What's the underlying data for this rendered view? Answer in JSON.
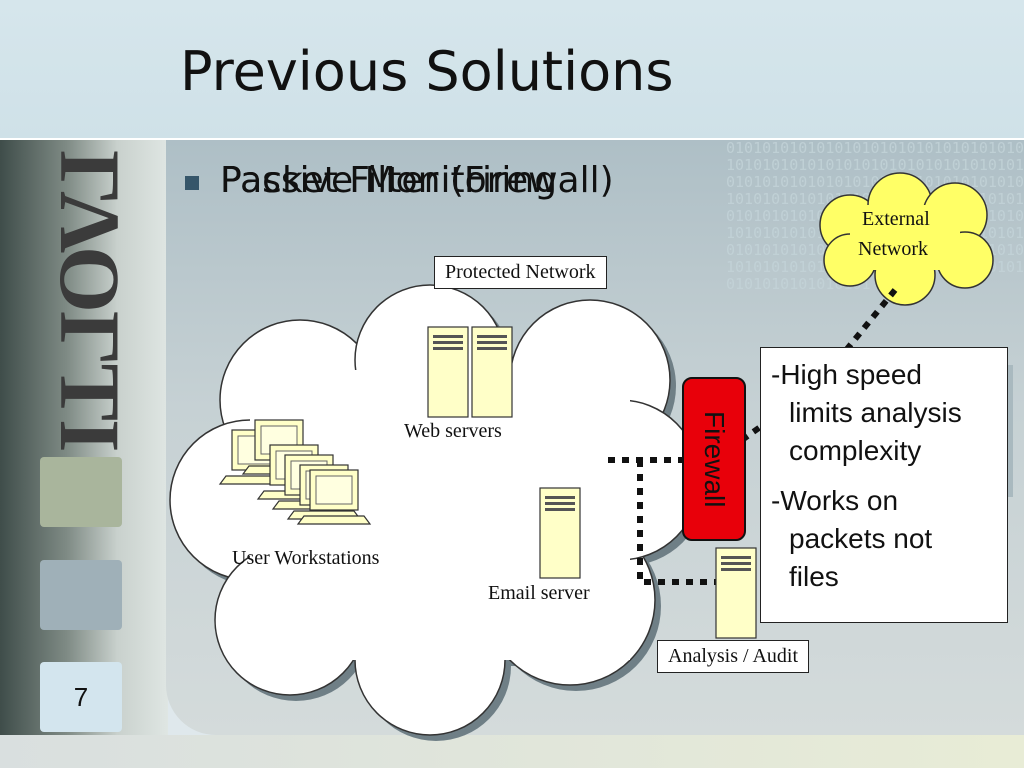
{
  "slide": {
    "title": "Previous Solutions",
    "page_number": "7",
    "logo_text": "ΓΛΟΓΤΙ"
  },
  "bullet": {
    "text_a": "Passive Monitoring",
    "text_b": "Packet Filter (Firewall)"
  },
  "diagram": {
    "protected_network_label": "Protected Network",
    "external_network_label_1": "External",
    "external_network_label_2": "Network",
    "web_servers_label": "Web servers",
    "user_workstations_label": "User Workstations",
    "email_server_label": "Email server",
    "firewall_label": "Firewall",
    "analysis_audit_label": "Analysis / Audit",
    "colors": {
      "firewall": "#e8000a",
      "external_cloud": "#ffff66",
      "server": "#ffffc8"
    }
  },
  "notes": {
    "items": [
      {
        "line1": "-High speed",
        "line2": "limits analysis",
        "line3": "complexity"
      },
      {
        "line1": "-Works on",
        "line2": "packets not",
        "line3": "files"
      }
    ]
  },
  "background": {
    "binary_pattern": "0101010101010101010101010101010101010101010101010101010101010101010101010101010101010101010101010101010101010101010101010101010101010101010101010101010101010101010101010101010101010101010101010101010101010101010101010101010101010101010101010101010101010101010101010101010101010101"
  }
}
